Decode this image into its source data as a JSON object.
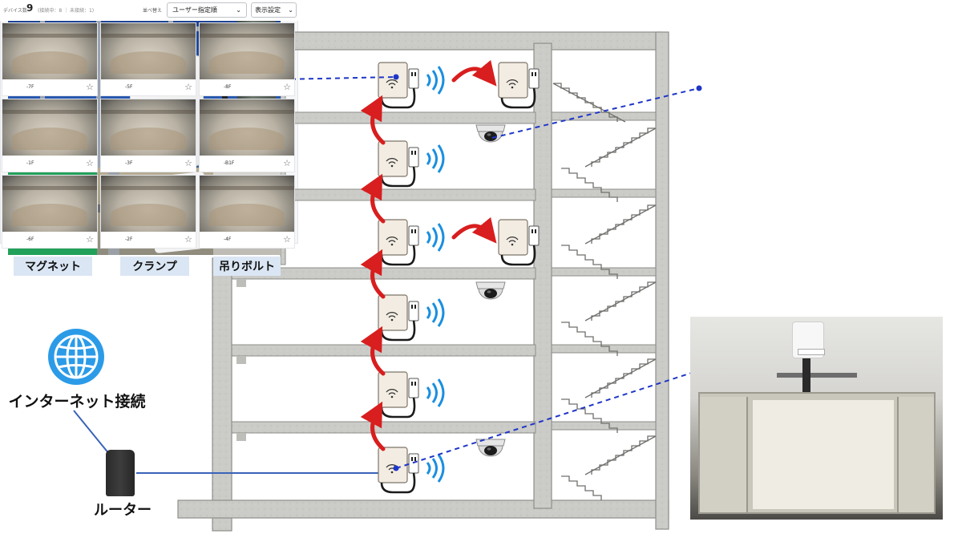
{
  "mount_labels": {
    "magnet": "マグネット",
    "clamp": "クランプ",
    "bolt": "吊りボルト"
  },
  "network": {
    "internet_label": "インターネット接続",
    "router_label": "ルーター"
  },
  "dashboard": {
    "count_label": "デバイス数",
    "count_value": "9",
    "count_detail": "(接続中：8 ｜ 未接続：1)",
    "sort_label": "並べ替え",
    "sort_value": "ユーザー指定順",
    "settings_label": "表示設定",
    "cameras": [
      {
        "label": "-7F"
      },
      {
        "label": "-5F"
      },
      {
        "label": "-8F"
      },
      {
        "label": "-1F"
      },
      {
        "label": "-3F"
      },
      {
        "label": "-B1F"
      },
      {
        "label": "-6F"
      },
      {
        "label": "-2F"
      },
      {
        "label": "-4F"
      }
    ]
  },
  "colors": {
    "arrow_red": "#d81e1e",
    "link_blue": "#1f36c8",
    "router_line": "#3a63b8",
    "wifi_blue": "#1a8fe0",
    "concrete": "#c9c9c6",
    "globe_blue": "#2b9be8"
  },
  "icons": [
    "globe-icon",
    "wifi-icon",
    "star-icon",
    "chevron-down-icon",
    "dome-camera-icon",
    "access-point-icon"
  ]
}
